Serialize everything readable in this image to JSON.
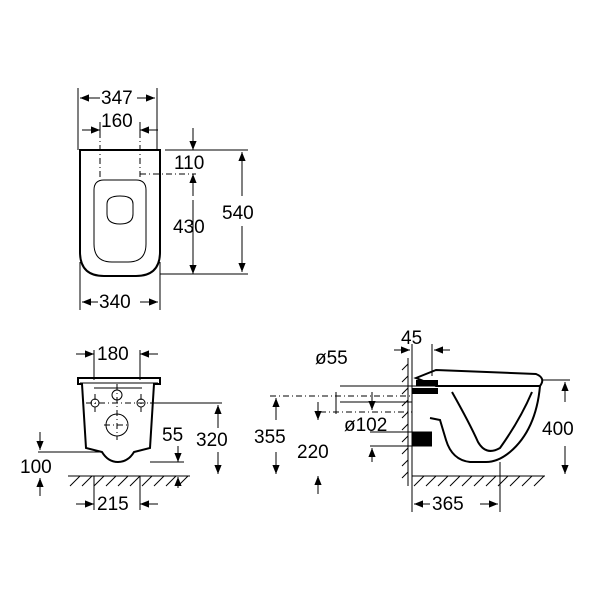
{
  "top_view": {
    "overall_width": "347",
    "fixing_spacing": "160",
    "fixing_offset": "110",
    "fixing_to_front": "430",
    "overall_length": "540",
    "base_width": "340"
  },
  "front_view": {
    "top_width": "180",
    "fixing_height": "55",
    "total_height": "320",
    "outlet_height": "100",
    "base_width": "215"
  },
  "side_view": {
    "outlet_diameter": "ø55",
    "wall_offset": "45",
    "inlet_height": "355",
    "inlet_diameter": "ø102",
    "outlet_center": "220",
    "seat_height": "400",
    "projection": "365"
  }
}
